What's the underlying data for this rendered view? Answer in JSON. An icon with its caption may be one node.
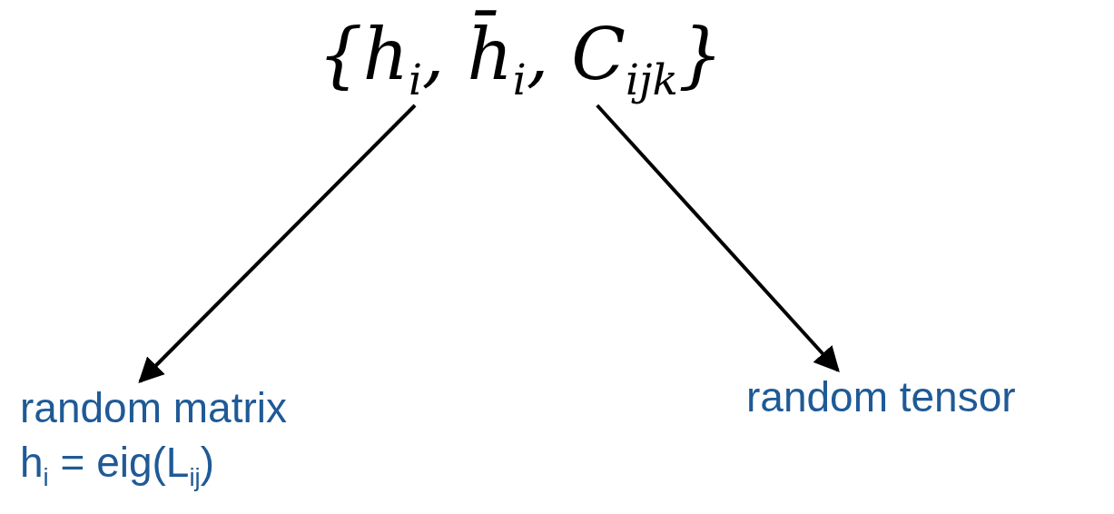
{
  "diagram": {
    "nodes": [
      {
        "text": [
          "{h$_{i}$, h̄$_{i}$, C$_{ijk}$}"
        ]
      },
      {
        "text": [
          "random matrix",
          "h$_{i}$ = eig(L$_{ij}$)"
        ]
      },
      {
        "text": [
          "random tensor"
        ]
      }
    ],
    "edges": [
      {
        "from": 0,
        "to": 1,
        "arrow": "to"
      },
      {
        "from": 0,
        "to": 2,
        "arrow": "to"
      }
    ]
  }
}
